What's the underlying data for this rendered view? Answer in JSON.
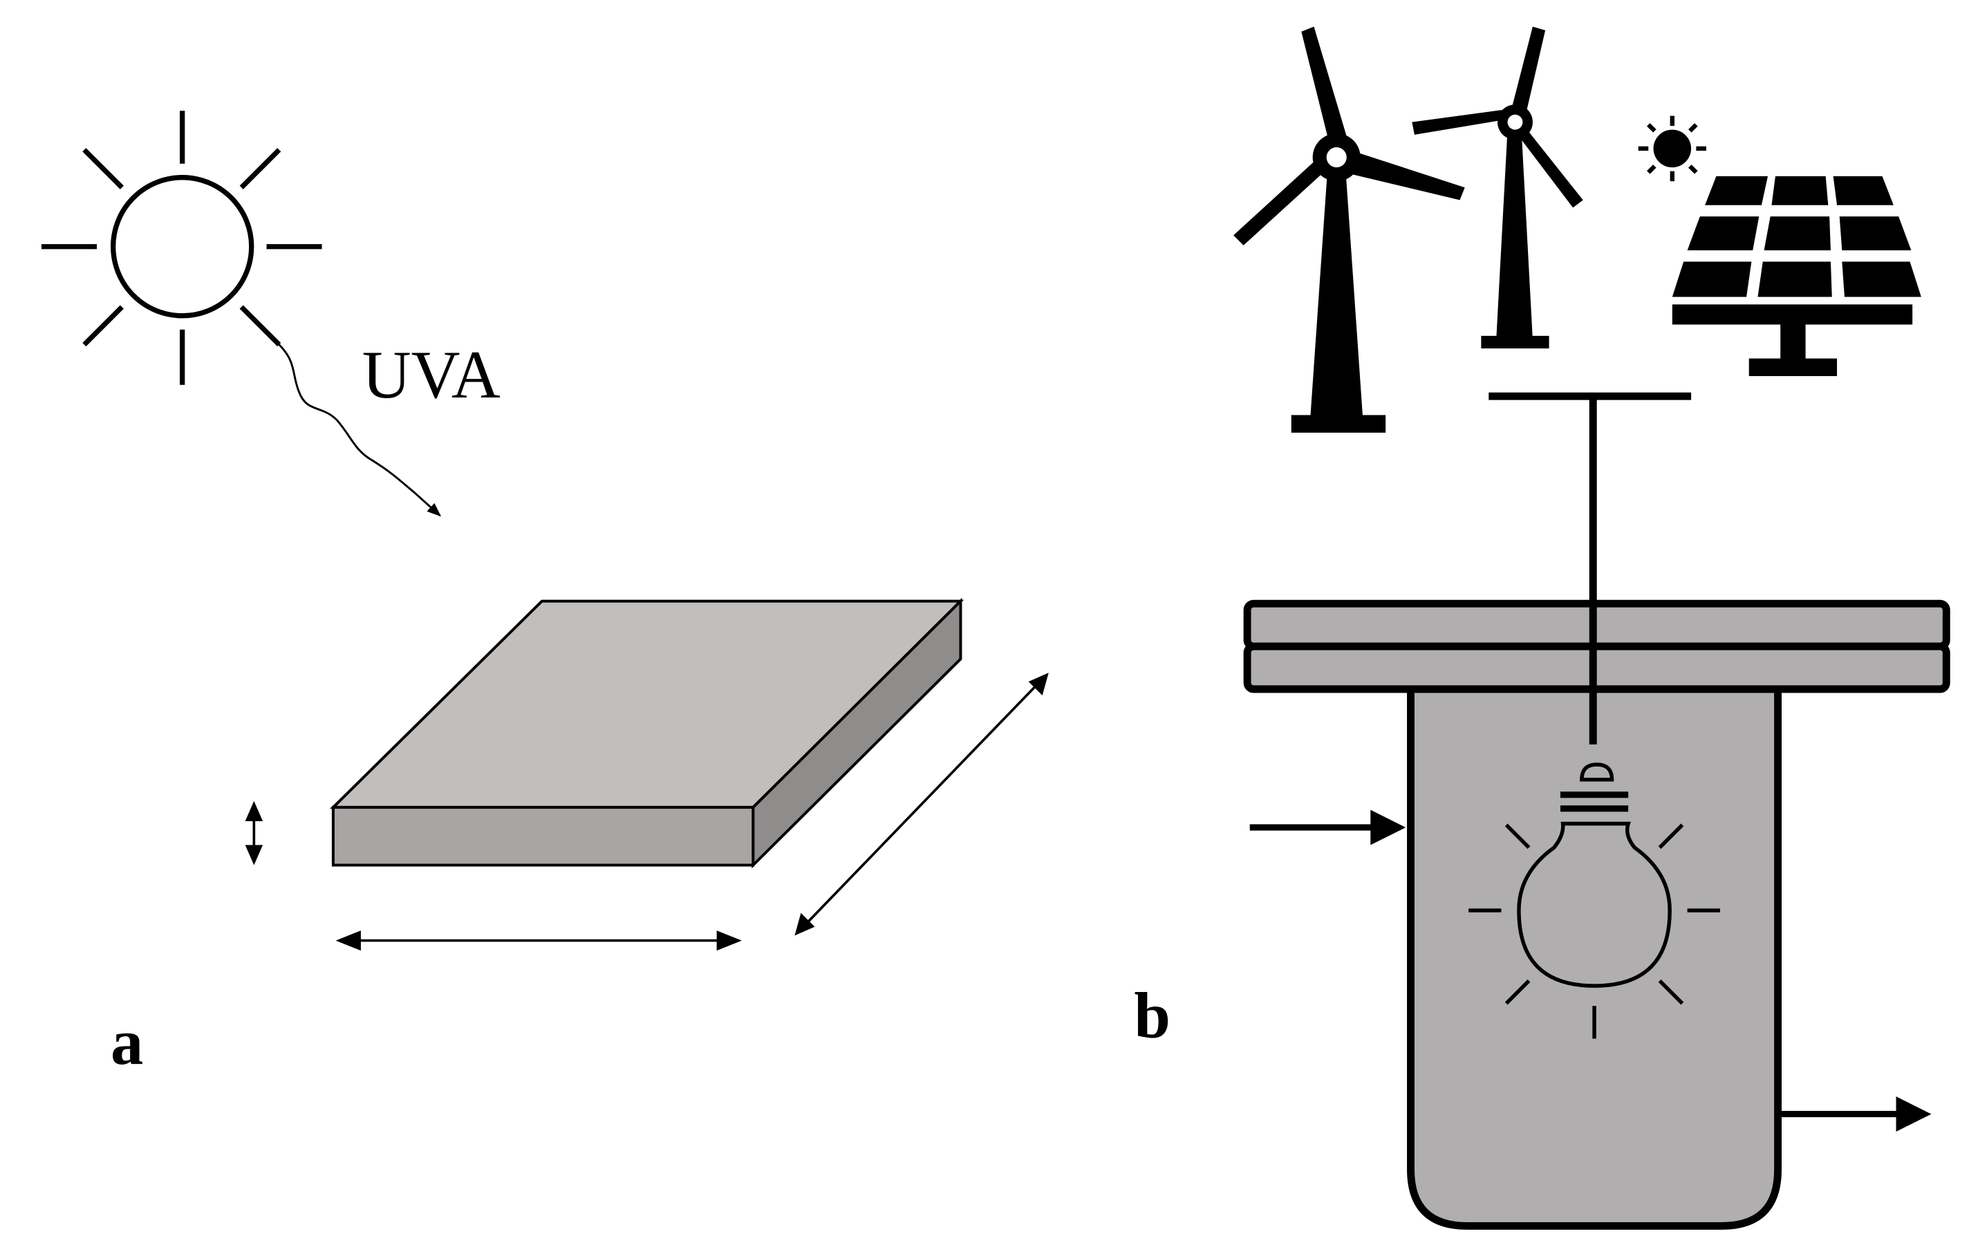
{
  "panel_a": {
    "label": "a",
    "radiation_label": "UVA"
  },
  "panel_b": {
    "label": "b"
  },
  "icons": {
    "sun": "sun-icon",
    "wind_turbine": "wind-turbine-icon",
    "solar_panel": "solar-panel-icon",
    "light_bulb": "light-bulb-icon"
  },
  "colors": {
    "stroke": "#000000",
    "slab_top": "#c2bebd",
    "slab_front": "#a8a6a5",
    "slab_side": "#8f8d8c",
    "reactor_fill": "#b0aeae",
    "background": "#ffffff"
  }
}
